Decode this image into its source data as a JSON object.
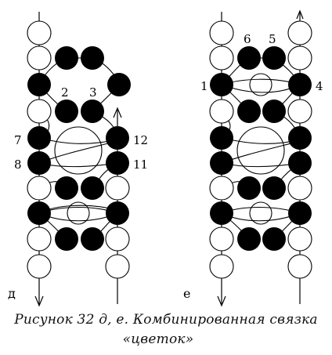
{
  "panels": [
    {
      "id": "d",
      "letter": "д",
      "numbers": [
        "2",
        "3",
        "7",
        "8",
        "12",
        "11"
      ]
    },
    {
      "id": "e",
      "letter": "е",
      "numbers": [
        "6",
        "5",
        "1",
        "4"
      ]
    }
  ],
  "caption": {
    "line1": "Рисунок 32 д, е. Комбинированная связка",
    "line2": "«цветок»"
  },
  "colors": {
    "ink": "#000000",
    "paper": "#ffffff"
  }
}
